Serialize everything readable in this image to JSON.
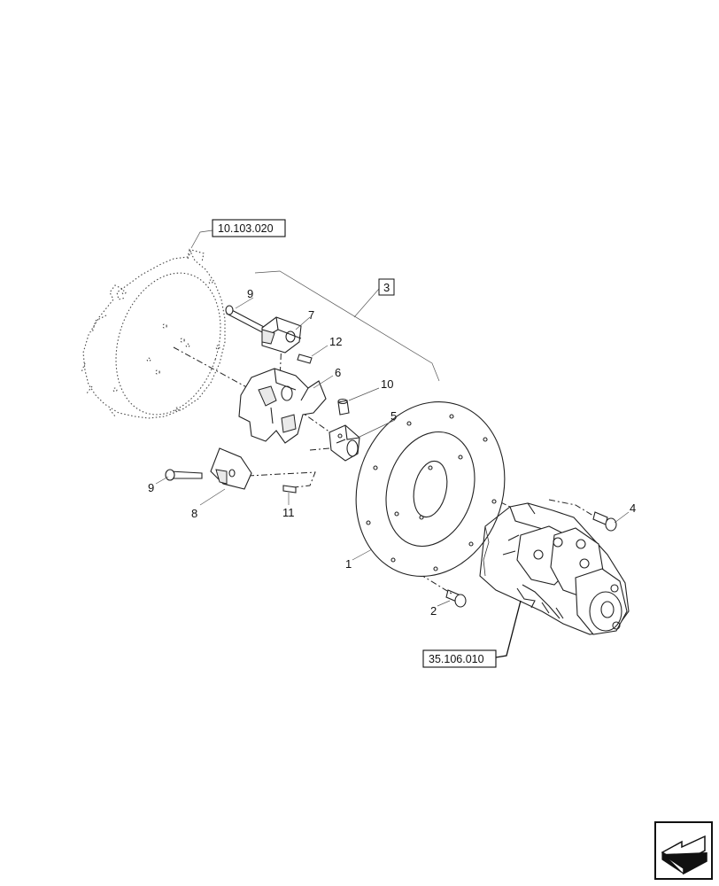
{
  "references": {
    "flywheel_housing": "10.103.020",
    "hydraulic_pump": "35.106.010",
    "kit_group": "3"
  },
  "callouts": {
    "c1": "1",
    "c2": "2",
    "c4": "4",
    "c5": "5",
    "c6": "6",
    "c7": "7",
    "c8": "8",
    "c9a": "9",
    "c9b": "9",
    "c10": "10",
    "c11": "11",
    "c12": "12"
  },
  "nav_icon": "next-page-arrow-icon"
}
